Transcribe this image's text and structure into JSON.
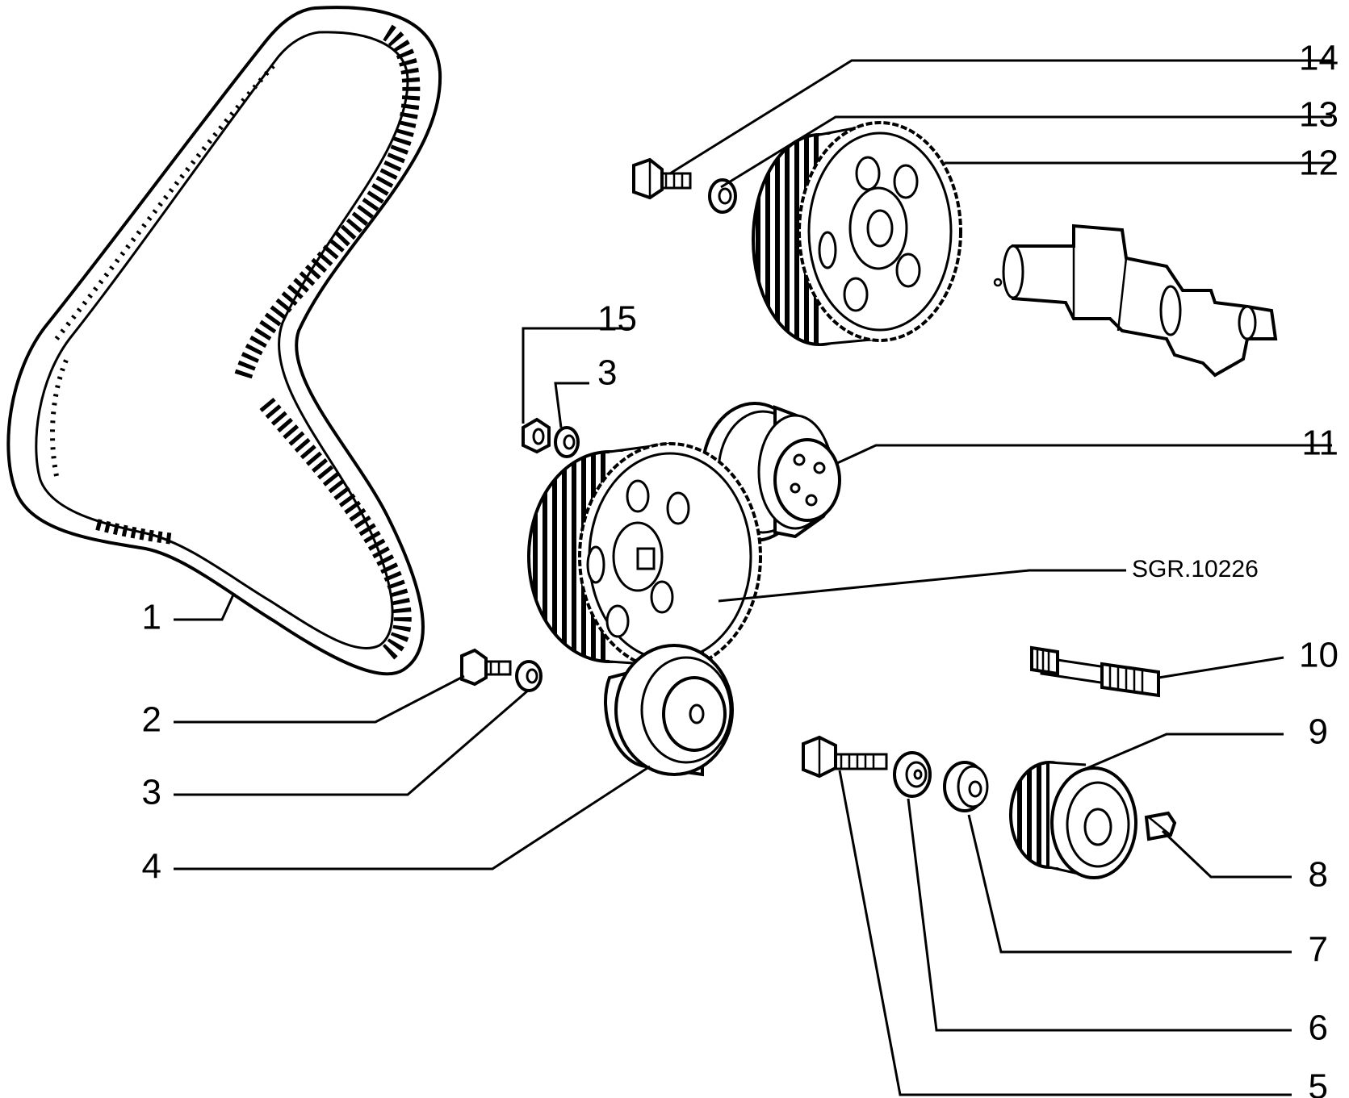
{
  "reference": "SGR.10226",
  "callouts": [
    "14",
    "13",
    "12",
    "15",
    "3",
    "11",
    "1",
    "10",
    "2",
    "3",
    "9",
    "4",
    "8",
    "7",
    "6",
    "5"
  ]
}
